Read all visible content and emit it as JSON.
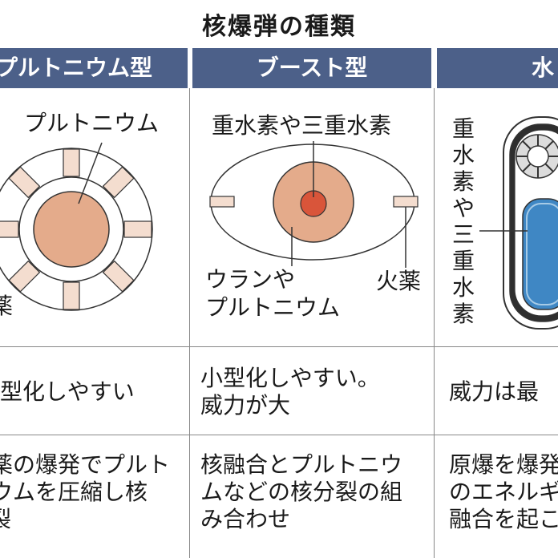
{
  "title": "核爆弾の種類",
  "columns": [
    {
      "header": "プルトニウム型",
      "diagram_labels": {
        "core": "プルトニウム",
        "explosive": "薬"
      },
      "size": "型化しやすい",
      "mechanism": [
        "薬の爆発でプルト",
        "ウムを圧縮し核",
        "裂"
      ]
    },
    {
      "header": "ブースト型",
      "diagram_labels": {
        "top": "重水素や三重水素",
        "core_line1": "ウランや",
        "core_line2": "プルトニウム",
        "explosive": "火薬"
      },
      "size": [
        "小型化しやすい。",
        "威力が大"
      ],
      "mechanism": [
        "核融合とプルトニウ",
        "ムなどの核分裂の組",
        "み合わせ"
      ]
    },
    {
      "header": "水",
      "diagram_labels": {
        "vertical": [
          "重",
          "水",
          "素",
          "や",
          "三",
          "重",
          "水",
          "素"
        ]
      },
      "size": "威力は最",
      "mechanism": [
        "原爆を爆発",
        "のエネルギ",
        "融合を起こ"
      ]
    }
  ],
  "colors": {
    "header_bg": "#4c6089",
    "plutonium": "#e4ab8b",
    "tritium": "#d9553a",
    "light_block": "#f4ddcf",
    "blue_fuel": "#3f87c4"
  }
}
